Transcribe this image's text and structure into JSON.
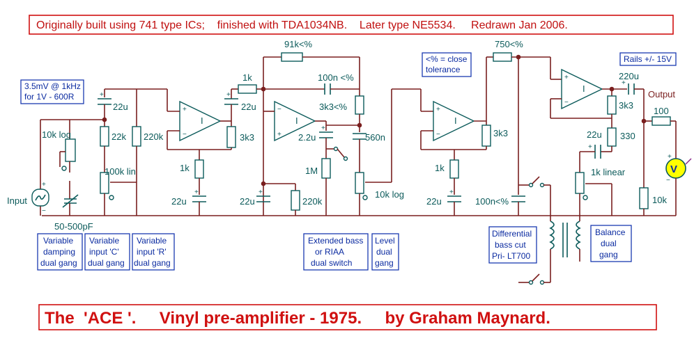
{
  "header_note": "Originally built using 741 type ICs;    finished with TDA1034NB.    Later type NE5534.     Redrawn Jan 2006.",
  "title": "The  'ACE '.     Vinyl pre-amplifier - 1975.     by Graham Maynard.",
  "notes": {
    "input_spec_line1": "3.5mV @ 1kHz",
    "input_spec_line2": "for 1V - 600R",
    "tolerance_line1": "<% = close",
    "tolerance_line2": "tolerance",
    "rails": "Rails +/- 15V"
  },
  "boxes": {
    "damping": [
      "Variable",
      "damping",
      "dual gang"
    ],
    "input_c": [
      "Variable",
      "input 'C'",
      "dual gang"
    ],
    "input_r": [
      "Variable",
      "input 'R'",
      "dual gang"
    ],
    "bass_riaa": [
      "Extended bass",
      "or RIAA",
      "dual switch"
    ],
    "level": [
      "Level",
      "dual",
      "gang"
    ],
    "diff_bass": [
      "Differential",
      "bass cut",
      "Pri- LT700"
    ],
    "balance": [
      "Balance",
      "dual",
      "gang"
    ]
  },
  "labels": {
    "input": "Input",
    "pot_10k_log_in": "10k log",
    "cap_50_500pf": "50-500pF",
    "cap_22u_a": "22u",
    "res_22k": "22k",
    "pot_100k_lin": "100k lin",
    "res_220k_a": "220k",
    "res_1k_a": "1k",
    "cap_22u_b": "22u",
    "cap_22u_c": "22u",
    "res_3k3_a": "3k3",
    "res_1k_b": "1k",
    "res_91k": "91k<%",
    "cap_100n": "100n <%",
    "res_3k3_fb": "3k3<%",
    "cap_2u2": "2.2u",
    "res_1M": "1M",
    "cap_22u_d": "22u",
    "res_220k_b": "220k",
    "cap_560n": "560n",
    "pot_10k_log_lvl": "10k log",
    "res_1k_c": "1k",
    "cap_22u_e": "22u",
    "res_3k3_b": "3k3",
    "res_750": "750<%",
    "cap_100n_b": "100n<%",
    "cap_220u": "220u",
    "output": "Output",
    "res_3k3_c": "3k3",
    "res_330": "330",
    "cap_22u_f": "22u",
    "pot_1k_linear": "1k linear",
    "res_100": "100",
    "res_10k": "10k",
    "meter": "V",
    "opamp_mark": "I"
  },
  "colors": {
    "wire": "#7a1f1f",
    "component": "#0b5a5a",
    "note_text": "#0a2aa0",
    "header": "#c01010",
    "title": "#d01010"
  }
}
